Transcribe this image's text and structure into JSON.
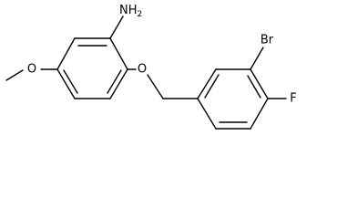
{
  "molecule": {
    "atoms": {
      "amine": {
        "symbol": "NH",
        "subscript": "2"
      },
      "ether_oxygen": {
        "symbol": "O"
      },
      "bromine": {
        "symbol": "Br"
      },
      "fluorine": {
        "symbol": "F"
      }
    }
  }
}
